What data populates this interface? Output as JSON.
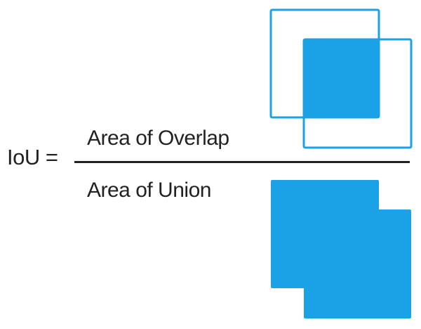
{
  "formula": {
    "lhs": "IoU =",
    "numerator": "Area of Overlap",
    "denominator": "Area of Union"
  },
  "colors": {
    "accent": "#1ba1e6",
    "text": "#222222",
    "background": "#ffffff"
  }
}
